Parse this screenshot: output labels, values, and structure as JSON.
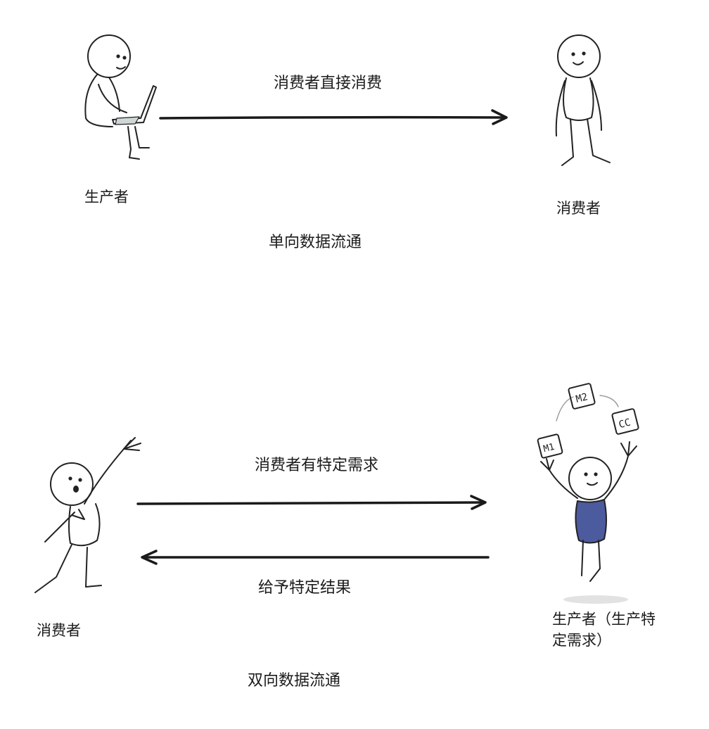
{
  "one_way": {
    "arrow_label": "消费者直接消费",
    "producer_label": "生产者",
    "consumer_label": "消费者",
    "caption": "单向数据流通"
  },
  "two_way": {
    "request_label": "消费者有特定需求",
    "response_label": "给予特定结果",
    "consumer_label": "消费者",
    "producer_label_line1": "生产者（生产特",
    "producer_label_line2": "定需求）",
    "caption": "双向数据流通",
    "juggle_items": [
      "M1",
      "M2",
      "CC"
    ]
  },
  "colors": {
    "producer_shirt": "#4c5a9e",
    "ink": "#222222"
  }
}
